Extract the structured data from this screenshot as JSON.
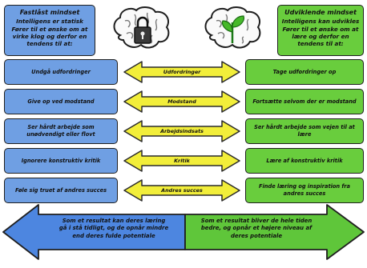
{
  "left_header": {
    "title": "Fastlåst mindset",
    "lines": [
      "Intelligens er statisk",
      "Fører til et ønske om at",
      "virke klog og derfor en",
      "tendens til at:"
    ]
  },
  "right_header": {
    "title": "Udviklende mindset",
    "lines": [
      "Intelligens kan udvikles",
      "Fører til et ønske om at",
      "lære og derfor en",
      "tendens til at:"
    ]
  },
  "rows": [
    {
      "left": "Undgå udfordringer",
      "center": "Udfordringer",
      "right": "Tage udfordringer op"
    },
    {
      "left": "Give op ved modstand",
      "center": "Modstand",
      "right": "Fortsætte selvom der er modstand"
    },
    {
      "left": "Ser hårdt arbejde som unødvendigt eller flovt",
      "center": "Arbejdsindsats",
      "right": "Ser hårdt arbejde som vejen til at lære"
    },
    {
      "left": "Ignorere konstruktiv kritik",
      "center": "Kritik",
      "right": "Lære af konstruktiv kritik"
    },
    {
      "left": "Føle sig truet af andres succes",
      "center": "Andres succes",
      "right": "Finde læring og inspiration fra andres succes"
    }
  ],
  "bottom": {
    "left": "Som et resultat kan deres læring gå i stå tidligt, og de opnår mindre end deres fulde potentiale",
    "right": "Som et resultat bliver de hele tiden bedre, og opnår et højere niveau af deres potentiale"
  },
  "icons": {
    "left_brain": "brain-padlock-icon",
    "right_brain": "brain-sprout-icon"
  },
  "colors": {
    "fixed": "#6f9fe3",
    "growth": "#69cd3d",
    "arrow": "#f2ee3a"
  }
}
